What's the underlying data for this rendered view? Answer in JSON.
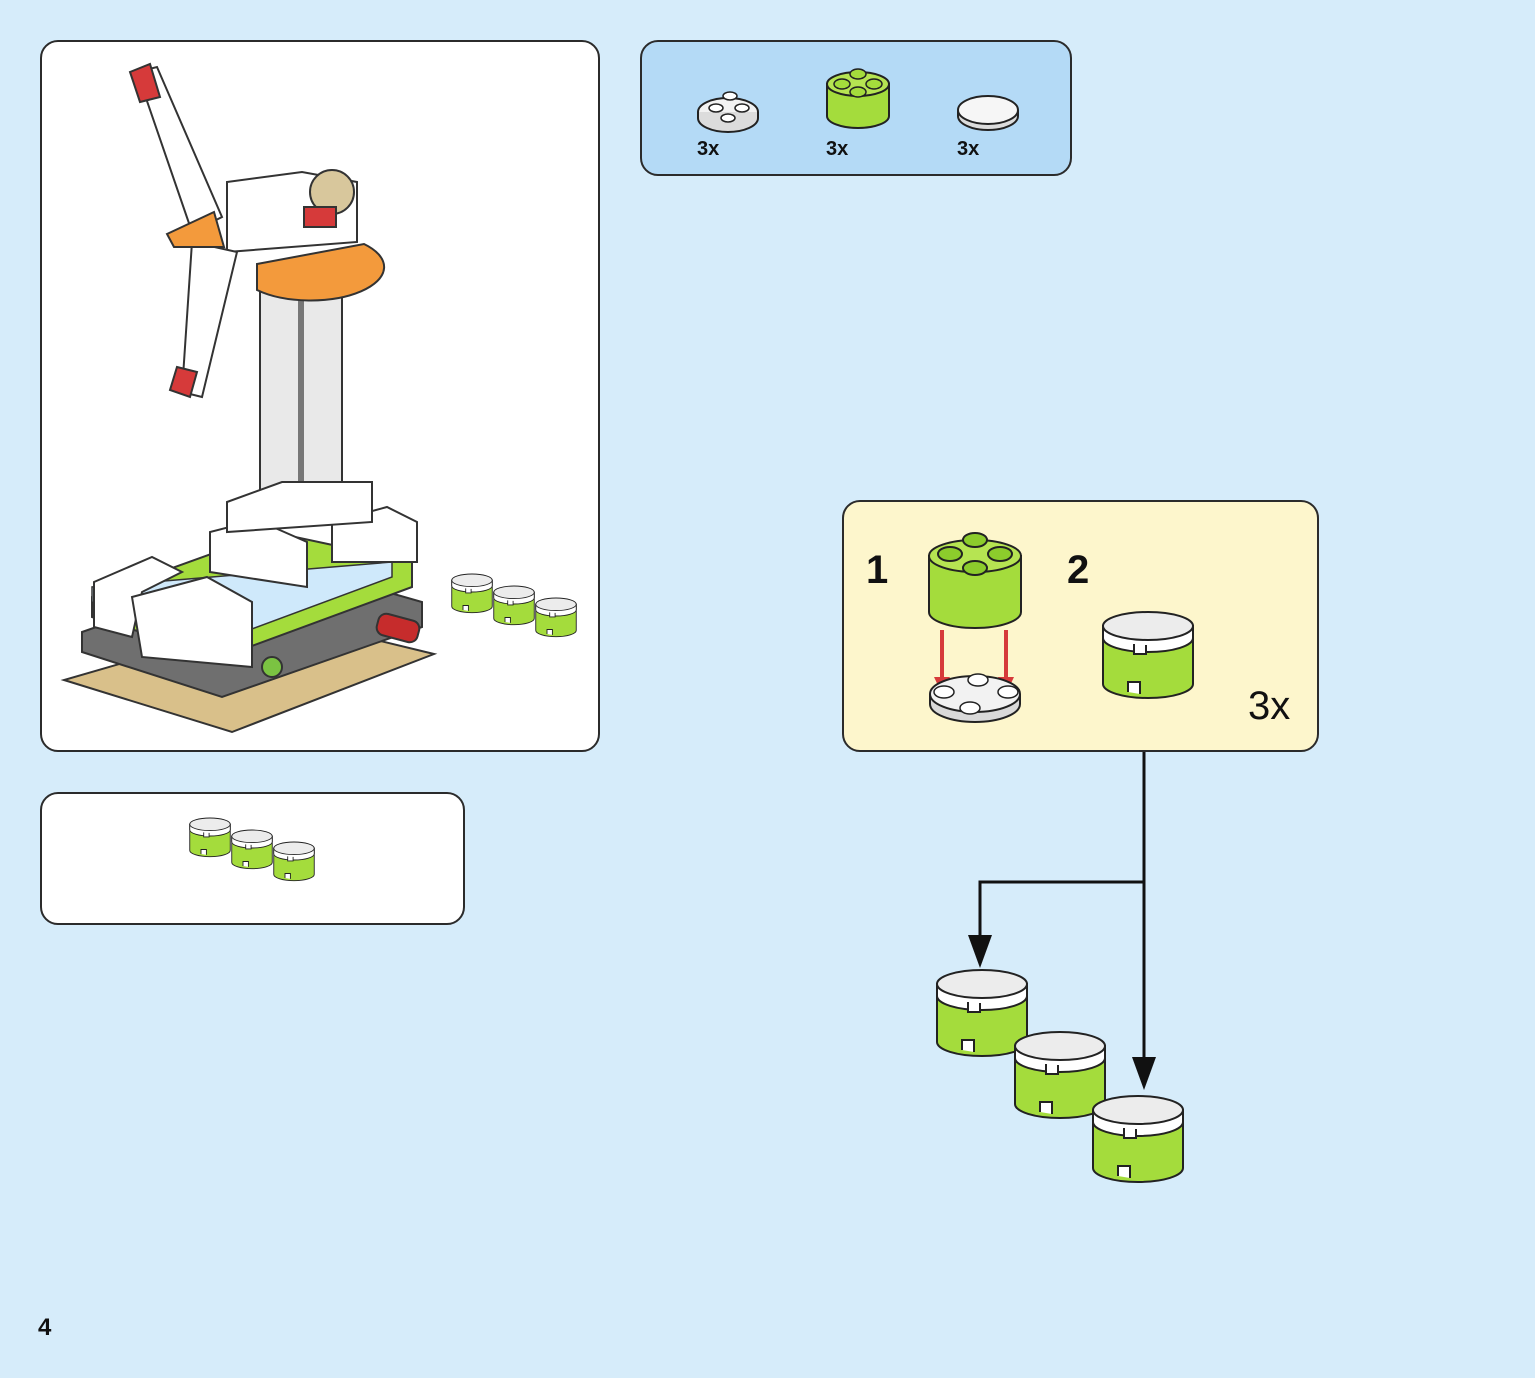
{
  "parts_list": [
    {
      "quantity": "3x",
      "icon": "round-plate-2x2-white-icon"
    },
    {
      "quantity": "3x",
      "icon": "round-brick-2x2-lime-icon"
    },
    {
      "quantity": "3x",
      "icon": "round-tile-2x2-white-icon"
    }
  ],
  "substeps": {
    "step1": "1",
    "step2": "2",
    "multiplier": "3x"
  },
  "page_number": "4",
  "colors": {
    "background": "#d6ecfa",
    "parts_panel": "#b4daf6",
    "substep_panel": "#fdf6cc",
    "lime": "#a4dc3c",
    "arrow_red": "#d63a3a"
  }
}
